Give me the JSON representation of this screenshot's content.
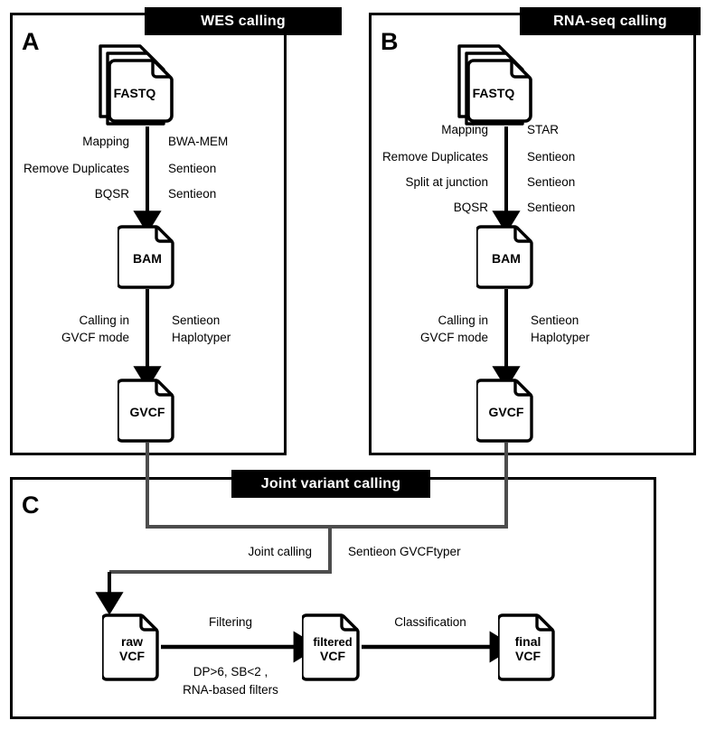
{
  "figure": {
    "letters": {
      "a": "A",
      "b": "B",
      "c": "C"
    }
  },
  "panels": {
    "wes": {
      "title": "WES calling",
      "nodes": {
        "fastq": "FASTQ",
        "bam": "BAM",
        "gvcf": "GVCF"
      },
      "steps_left": [
        "Mapping",
        "Remove Duplicates",
        "BQSR"
      ],
      "steps_right": [
        "BWA-MEM",
        "Sentieon",
        "Sentieon"
      ],
      "call_step_left_line1": "Calling in",
      "call_step_left_line2": "GVCF mode",
      "call_step_right_line1": "Sentieon",
      "call_step_right_line2": "Haplotyper"
    },
    "rnaseq": {
      "title": "RNA-seq calling",
      "nodes": {
        "fastq": "FASTQ",
        "bam": "BAM",
        "gvcf": "GVCF"
      },
      "steps_left": [
        "Mapping",
        "Remove Duplicates",
        "Split at junction",
        "BQSR"
      ],
      "steps_right": [
        "STAR",
        "Sentieon",
        "Sentieon",
        "Sentieon"
      ],
      "call_step_left_line1": "Calling in",
      "call_step_left_line2": "GVCF mode",
      "call_step_right_line1": "Sentieon",
      "call_step_right_line2": "Haplotyper"
    },
    "joint": {
      "title": "Joint variant calling",
      "joint_step_left": "Joint calling",
      "joint_step_right": "Sentieon GVCFtyper",
      "nodes": {
        "raw_vcf_line1": "raw",
        "raw_vcf_line2": "VCF",
        "filtered_vcf_line1": "filtered",
        "filtered_vcf_line2": "VCF",
        "final_vcf_line1": "final",
        "final_vcf_line2": "VCF"
      },
      "filter_step_top": "Filtering",
      "filter_step_sub_line1": "DP>6, SB<2 ,",
      "filter_step_sub_line2": "RNA-based filters",
      "classify_step_top": "Classification"
    }
  },
  "colors": {
    "stroke": "#000000",
    "connector_gray": "#4d4d4d",
    "title_bar_bg": "#000000",
    "title_bar_text": "#ffffff",
    "background": "#ffffff"
  }
}
